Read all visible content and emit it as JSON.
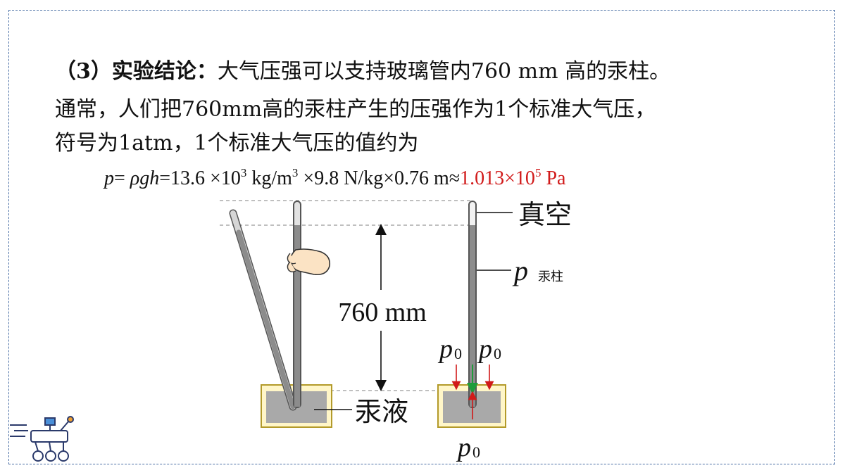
{
  "text": {
    "line1_bold": "（3）实验结论：",
    "line1_rest": "大气压强可以支持玻璃管内760 mm 高的汞柱。",
    "line2": "通常，人们把760mm高的汞柱产生的压强作为1个标准大气压，",
    "line3": "符号为1atm，1个标准大气压的值约为"
  },
  "formula": {
    "p": "p",
    "eq1": "= ",
    "rhogh": "ρgh",
    "part1": "=13.6 ×10",
    "exp1": "3",
    "part2": " kg/m",
    "exp2": "3",
    "part3": " ×9.8 N/kg×0.76 m≈",
    "result": "1.013×10",
    "result_exp": "5",
    "result_unit": " Pa"
  },
  "diagram": {
    "height_label": "760 mm",
    "vacuum_label": "真空",
    "p_mercury_symbol": "p",
    "p_mercury_sub": "汞柱",
    "mercury_liquid_label": "汞液",
    "p0_symbol": "p",
    "p0_sub": "0"
  },
  "colors": {
    "frame": "#4a6fa5",
    "result_red": "#d11a1a",
    "mercury": "#a9a9a9",
    "dish_fill": "#fff6c8",
    "dish_border": "#b39a2a",
    "arrow_red": "#d11a1a",
    "arrow_green": "#1e9c3a"
  }
}
